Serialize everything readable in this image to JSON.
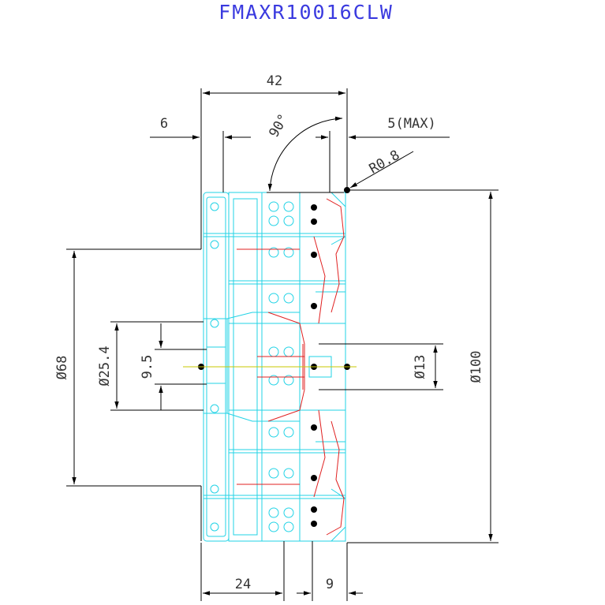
{
  "title": "FMAXR10016CLW",
  "dimensions": {
    "overall_height": "42",
    "flange": "6",
    "angle": "90°",
    "depth_max": "5(MAX)",
    "corner_radius": "R0.8",
    "boss_diameter": "Ø68",
    "bore_diameter": "Ø25.4",
    "keyway_width": "9.5",
    "center_hole": "Ø13",
    "cutter_diameter": "Ø100",
    "bottom_left": "24",
    "bottom_right": "9"
  },
  "colors": {
    "title": "#3a3adf",
    "body_outline": "#22d3e6",
    "insert_outline": "#e02020",
    "dimension": "#000000",
    "centerline": "#c8c800"
  }
}
